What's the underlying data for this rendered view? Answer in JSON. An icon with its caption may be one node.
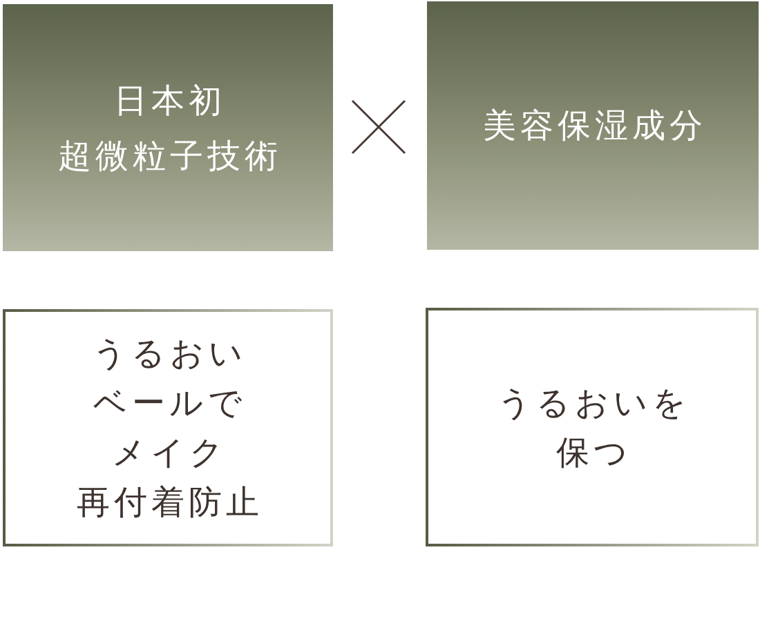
{
  "diagram": {
    "nodes": [
      {
        "text": [
          "日本初超微粒子技術"
        ]
      },
      {
        "text": [
          "美容保湿成分"
        ]
      },
      {
        "text": [
          "うるおいベールでメイク再付着防止"
        ]
      },
      {
        "text": [
          "うるおいを保つ"
        ]
      }
    ]
  }
}
